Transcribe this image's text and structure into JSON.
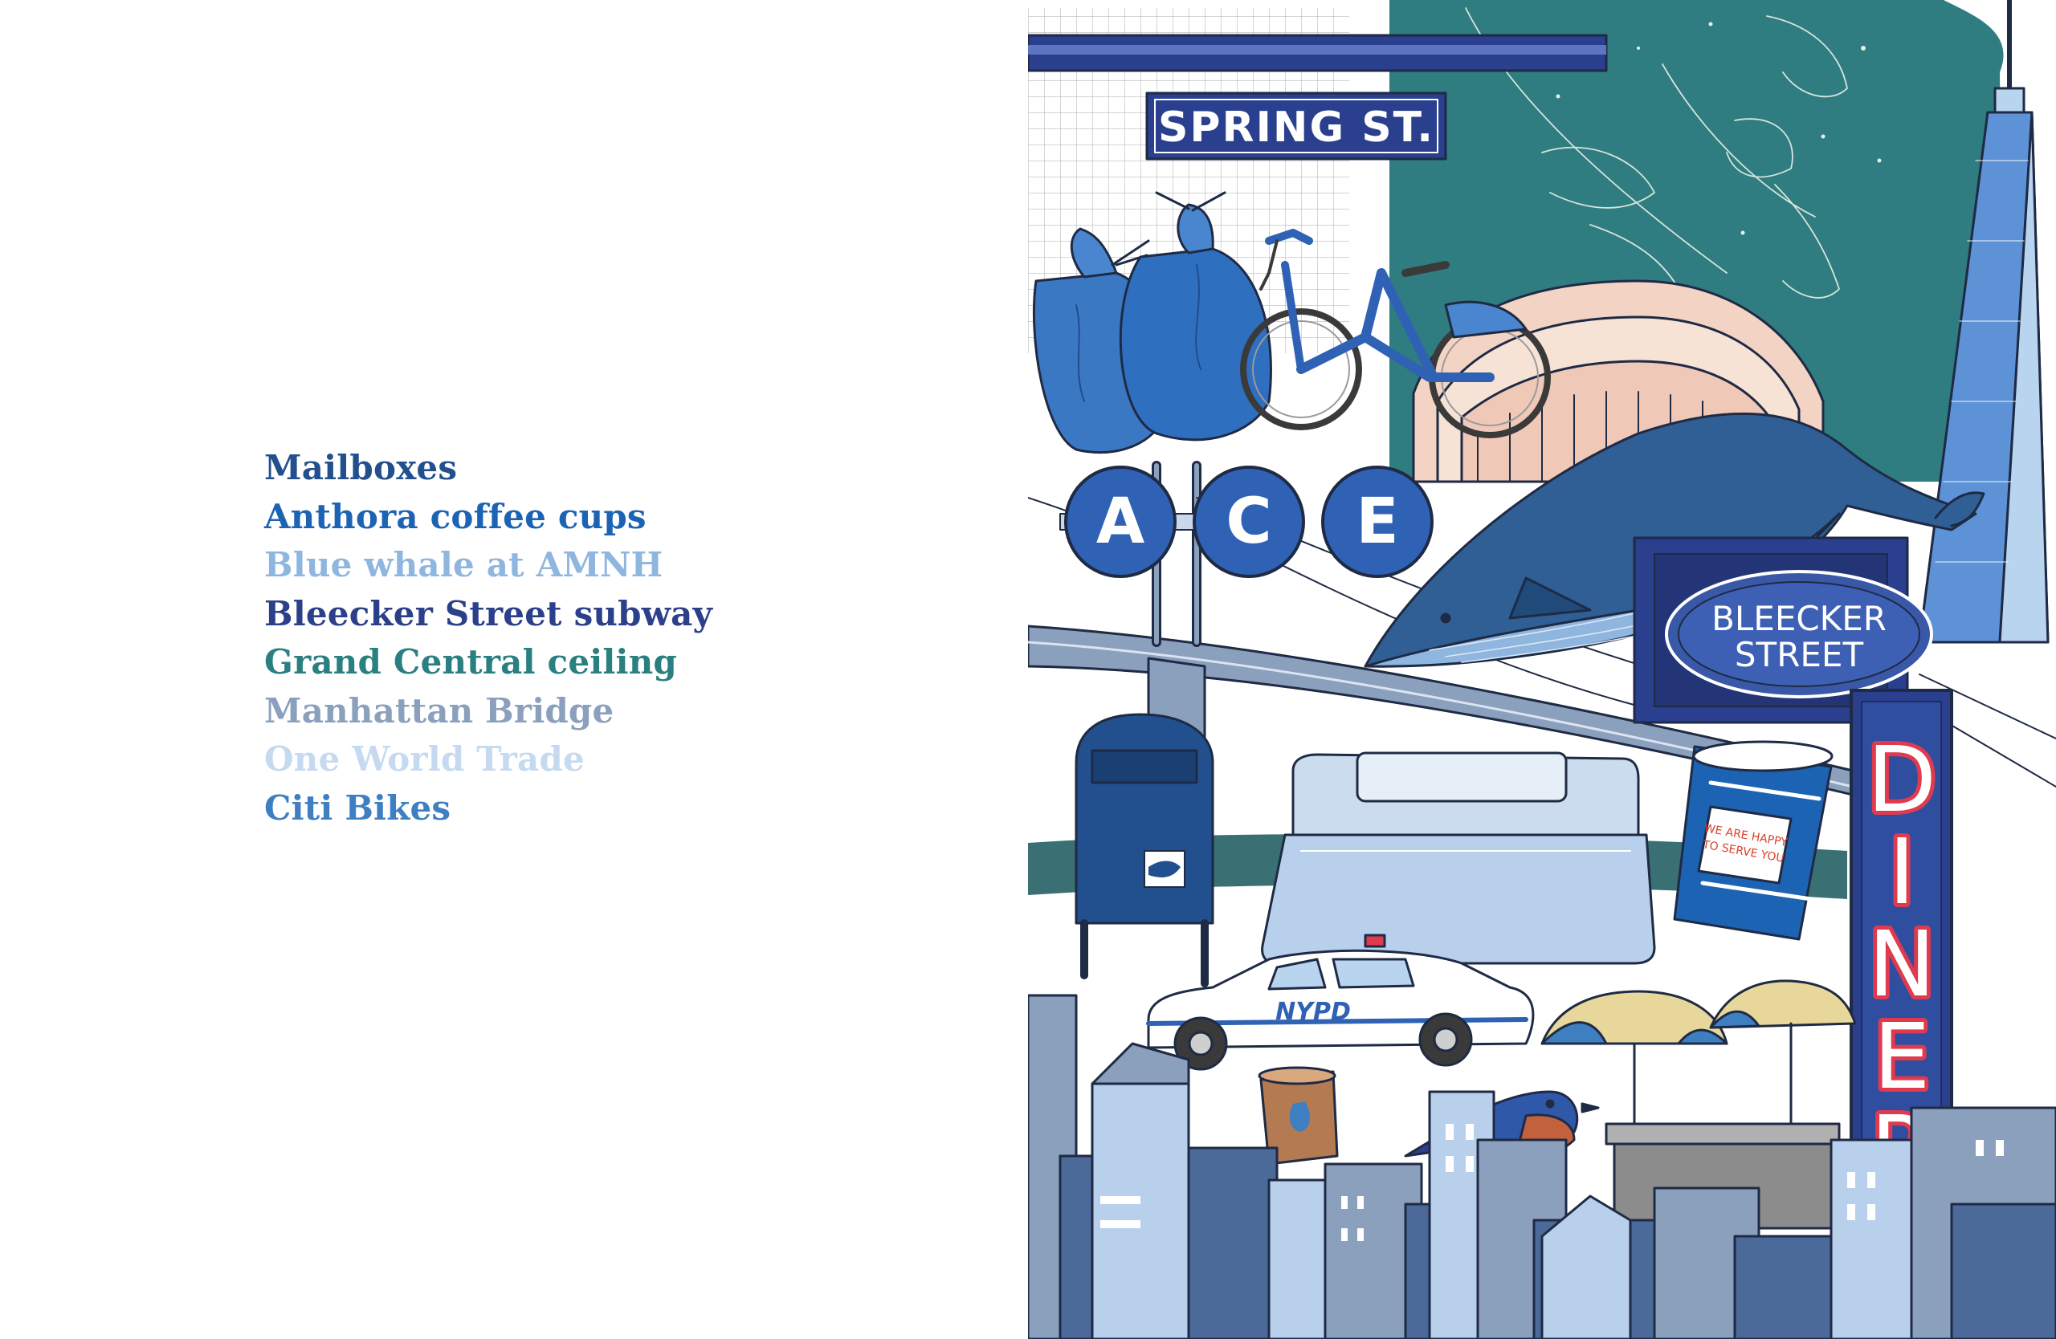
{
  "legend": {
    "items": [
      {
        "label": "Mailboxes",
        "color": "#22508e"
      },
      {
        "label": "Anthora coffee cups",
        "color": "#1d63b3"
      },
      {
        "label": "Blue whale at AMNH",
        "color": "#8fb6df"
      },
      {
        "label": "Bleecker Street subway",
        "color": "#2b3f8a"
      },
      {
        "label": "Grand Central ceiling",
        "color": "#2a7f81"
      },
      {
        "label": "Manhattan Bridge",
        "color": "#8aa0bd"
      },
      {
        "label": "One World Trade",
        "color": "#c5daf0"
      },
      {
        "label": "Citi Bikes",
        "color": "#3e7fc1"
      }
    ]
  },
  "illustration": {
    "spring_sign": "SPRING ST.",
    "subway_letters": [
      "A",
      "C",
      "E"
    ],
    "bleecker_sign": {
      "line1": "BLEECKER",
      "line2": "STREET"
    },
    "coffee_cup_text": {
      "line1": "WE ARE HAPPY",
      "line2": "TO SERVE YOU"
    },
    "police_car_text": "NYPD",
    "diner_letters": [
      "D",
      "I",
      "N",
      "E",
      "R"
    ]
  },
  "colors": {
    "teal": "#2f7d80",
    "navy": "#2a3f8e",
    "blue": "#2f6fc0",
    "light_blue": "#b8d4ef",
    "pale_blue": "#dbe8f6",
    "peach": "#f3d4c4",
    "diner_red": "#e03a4e",
    "outline": "#1f2a44"
  }
}
